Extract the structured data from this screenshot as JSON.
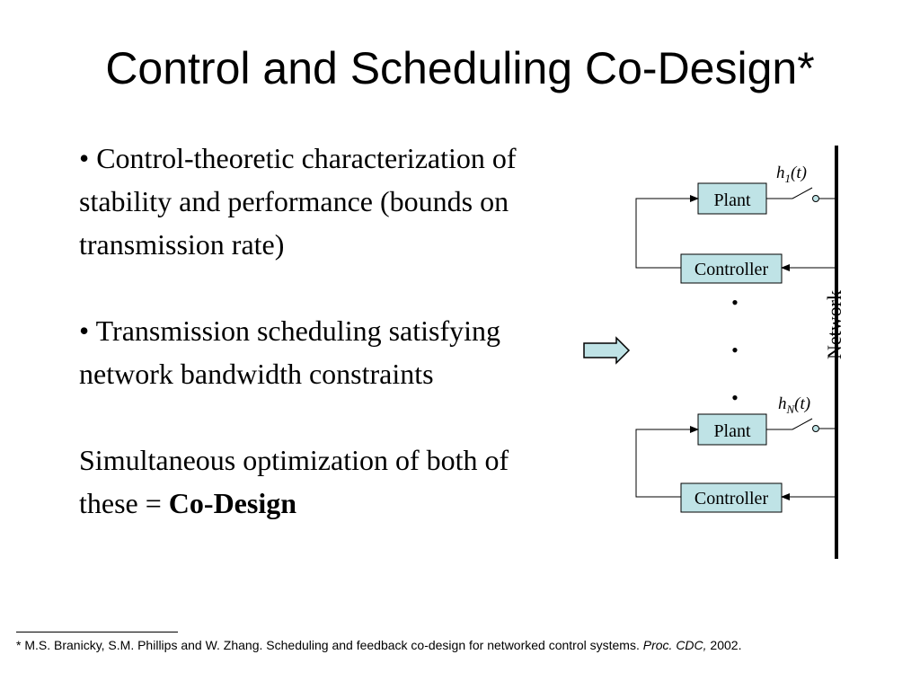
{
  "title": "Control and Scheduling Co-Design*",
  "body": {
    "bullet1": "• Control-theoretic characterization of stability and performance (bounds on transmission rate)",
    "bullet2": "• Transmission scheduling satisfying network bandwidth constraints",
    "conclusion_prefix": "Simultaneous optimization of both of these = ",
    "conclusion_bold": "Co-Design"
  },
  "diagram": {
    "plant_label": "Plant",
    "controller_label": "Controller",
    "network_label": "Network",
    "h1_label": "h",
    "h1_sub": "1",
    "hN_label": "h",
    "hN_sub": "N",
    "t_label": "(t)",
    "dots": "•",
    "box_fill": "#bfe3e6"
  },
  "footnote": {
    "text": "* M.S. Branicky, S.M. Phillips and W. Zhang. Scheduling and feedback co-design for networked control systems.  ",
    "journal": "Proc. CDC,",
    "year": " 2002."
  }
}
